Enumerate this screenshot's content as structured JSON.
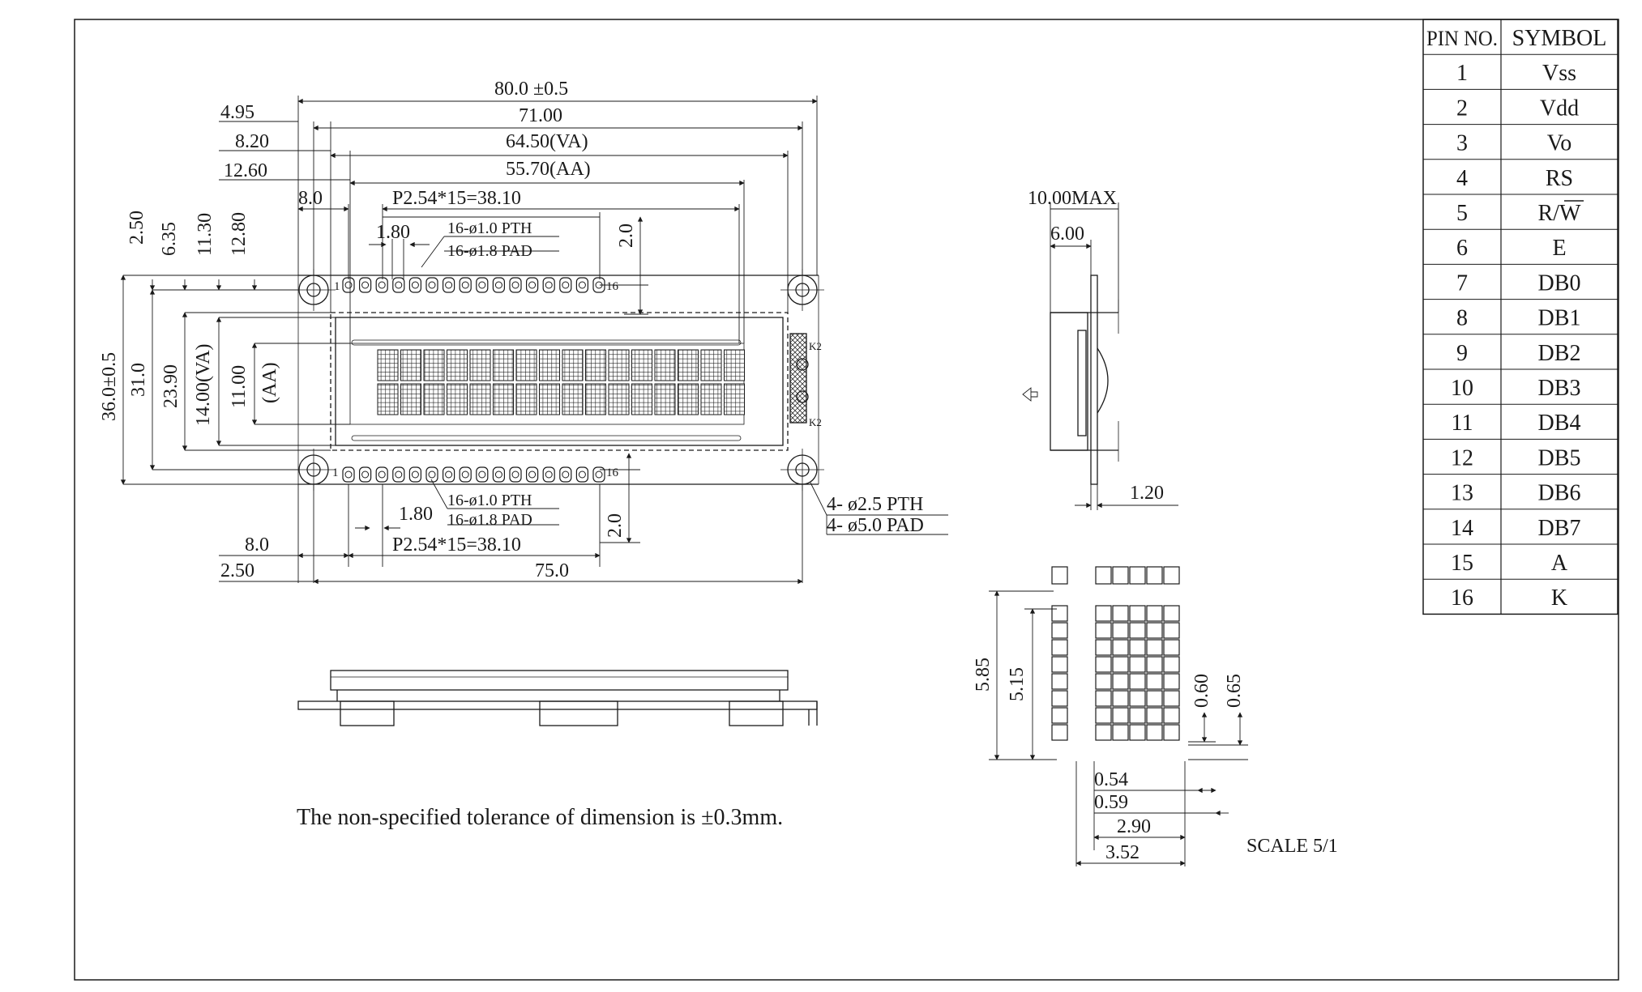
{
  "dimensions": {
    "overall_width": "80.0 ±0.5",
    "hole_pitch": "71.00",
    "view_area": "64.50(VA)",
    "active_area": "55.70(AA)",
    "left_offset_a": "4.95",
    "left_offset_b": "8.20",
    "left_offset_c": "12.60",
    "pin_start": "8.0",
    "pin_pitch_top": "P2.54*15=38.10",
    "pad_spacing_top": "1.80",
    "pth_top": "16-ø1.0 PTH",
    "pad_top": "16-ø1.8 PAD",
    "pin_row_offset_top": "2.0",
    "v_250": "2.50",
    "v_635": "6.35",
    "v_1130": "11.30",
    "v_1280": "12.80",
    "overall_height": "36.0±0.5",
    "hole_pitch_v": "31.0",
    "v_2390": "23.90",
    "va_height": "14.00(VA)",
    "aa_height": "11.00",
    "aa_label": "(AA)",
    "pth_bottom": "16-ø1.0 PTH",
    "pad_bottom": "16-ø1.8 PAD",
    "pad_spacing_bottom": "1.80",
    "pin_start_bottom": "8.0",
    "pin_pitch_bottom": "P2.54*15=38.10",
    "pin_row_offset_bottom": "2.0",
    "bottom_left_offset": "2.50",
    "bottom_pitch": "75.0",
    "mount_pth": "4- ø2.5 PTH",
    "mount_pad": "4- ø5.0 PAD",
    "thickness_max": "10.00MAX",
    "thickness_pcb": "6.00",
    "pin_thickness": "1.20",
    "char_height": "5.85",
    "char_height_inner": "5.15",
    "dot_h_a": "0.60",
    "dot_h_b": "0.65",
    "dot_w_a": "0.54",
    "dot_w_b": "0.59",
    "char_width_inner": "2.90",
    "char_width": "3.52",
    "scale": "SCALE 5/1"
  },
  "pin_labels": {
    "top_first": "1",
    "top_last": "16",
    "bottom_first": "1",
    "bottom_last": "16",
    "conn_k1": "K2",
    "conn_k2": "K2"
  },
  "note": "The non-specified tolerance of dimension is  ±0.3mm.",
  "pin_table": {
    "headers": [
      "PIN NO.",
      "SYMBOL"
    ],
    "rows": [
      [
        "1",
        "Vss"
      ],
      [
        "2",
        "Vdd"
      ],
      [
        "3",
        "Vo"
      ],
      [
        "4",
        "RS"
      ],
      [
        "5",
        "R/W"
      ],
      [
        "6",
        "E"
      ],
      [
        "7",
        "DB0"
      ],
      [
        "8",
        "DB1"
      ],
      [
        "9",
        "DB2"
      ],
      [
        "10",
        "DB3"
      ],
      [
        "11",
        "DB4"
      ],
      [
        "12",
        "DB5"
      ],
      [
        "13",
        "DB6"
      ],
      [
        "14",
        "DB7"
      ],
      [
        "15",
        "A"
      ],
      [
        "16",
        "K"
      ]
    ]
  },
  "colors": {
    "line": "#1a1a1a",
    "background": "#ffffff"
  }
}
